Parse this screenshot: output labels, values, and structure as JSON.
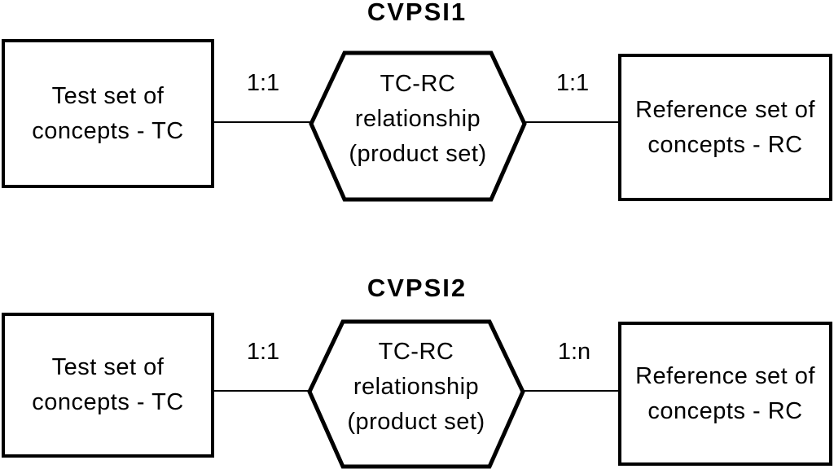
{
  "colors": {
    "stroke": "#000000",
    "background": "#ffffff",
    "text": "#000000"
  },
  "diagrams": [
    {
      "title": "CVPSI1",
      "left_entity": {
        "line1": "Test set of",
        "line2": "concepts - TC"
      },
      "relationship": {
        "line1": "TC-RC",
        "line2": "relationship",
        "line3": "(product set)"
      },
      "right_entity": {
        "line1": "Reference set of",
        "line2": "concepts - RC"
      },
      "left_cardinality": "1:1",
      "right_cardinality": "1:1"
    },
    {
      "title": "CVPSI2",
      "left_entity": {
        "line1": "Test set of",
        "line2": "concepts - TC"
      },
      "relationship": {
        "line1": "TC-RC",
        "line2": "relationship",
        "line3": "(product set)"
      },
      "right_entity": {
        "line1": "Reference set of",
        "line2": "concepts - RC"
      },
      "left_cardinality": "1:1",
      "right_cardinality": "1:n"
    }
  ]
}
